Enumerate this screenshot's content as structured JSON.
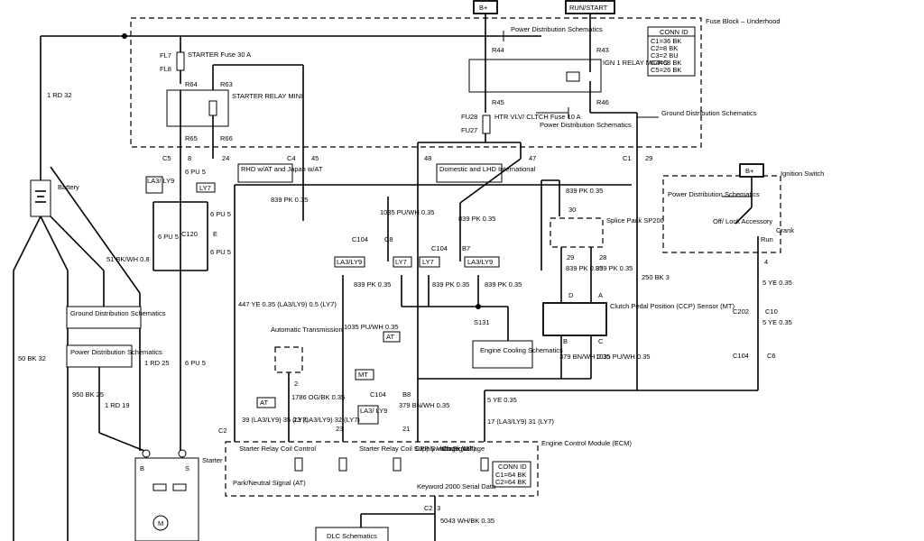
{
  "power": {
    "bplus": "B+",
    "runstart": "RUN/START",
    "bplus2": "B+"
  },
  "fuseblock": {
    "title": "Fuse Block – Underhood",
    "psched": "Power Distribution Schematics",
    "psched2": "Power Distribution Schematics",
    "gnd": "Ground Distribution Schematics",
    "conn": {
      "title": "CONN ID",
      "rows": [
        "C1=36 BK",
        "C2=8 BK",
        "C3=2 BU",
        "C4=68 BK",
        "C5=26 BK"
      ]
    }
  },
  "starter_fuse": {
    "fl7": "FL7",
    "fl8": "FL8",
    "label": "STARTER Fuse 30 A"
  },
  "starter_relay": {
    "label": "STARTER RELAY MINI",
    "r63": "R63",
    "r64": "R64",
    "r65": "R65",
    "r66": "R66"
  },
  "ign_relay": {
    "label": "IGN 1 RELAY MICRO",
    "r43": "R43",
    "r44": "R44",
    "r45": "R45",
    "r46": "R46"
  },
  "htr_fuse": {
    "fu28": "FU28",
    "fu27": "FU27",
    "label": "HTR VLV/ CLTCH Fuse 10 A"
  },
  "pins": {
    "c5": "C5",
    "p8": "8",
    "p24": "24",
    "c4": "C4",
    "p45": "45",
    "p48": "48",
    "p47": "47",
    "c1": "C1",
    "p29": "29",
    "c2": "C2",
    "c104a": "C104",
    "c8": "C8",
    "c104b": "C104",
    "b7": "B7",
    "c104c": "C104",
    "b8": "B8",
    "p30": "30",
    "p29b": "29",
    "p28": "28",
    "pd": "D",
    "pa": "A",
    "pb": "B",
    "pc": "C",
    "p4": "4",
    "c202": "C202",
    "c10": "C10",
    "c104d": "C104",
    "c6": "C6",
    "p2": "2",
    "p23": "23",
    "p21": "21",
    "c2b": "C2",
    "p3": "3"
  },
  "labels": {
    "rhd": "RHD w/AT and Japan w/AT",
    "dom": "Domestic and LHD International",
    "la3ly9": "LA3/ LY9",
    "ly7": "LY7",
    "la3ly9b": "LA3/LY9",
    "ly7b": "LY7",
    "ly7c": "LY7",
    "la3ly9c": "LA3/LY9",
    "at1": "AT",
    "at2": "AT",
    "mt": "MT",
    "la3ly9d": "LA3/ LY9",
    "c120": "C120",
    "e": "E",
    "s131": "S131",
    "splice": "Splice Pack SP200",
    "ccp": "Clutch Pedal Position (CCP) Sensor (MT)",
    "ign_sw": "Ignition Switch",
    "offlock": "Off/ Lock Accessory",
    "run": "Run",
    "crank": "Crank",
    "auto_trans": "Automatic Transmission",
    "battery": "Battery",
    "starter": "Starter",
    "b": "B",
    "s": "S",
    "m": "M",
    "ecm": "Engine Control Module (ECM)",
    "kw2000": "Keyword 2000 Serial Data",
    "dlc": "DLC Schematics"
  },
  "wires": {
    "rd32": "1 RD 32",
    "pu5a": "6 PU 5",
    "pu5b": "6 PU 5",
    "pu5c": "6 PU 5",
    "pu5d": "6 PU 5",
    "pk035a": "839 PK 0.35",
    "puwh1": "1035 PU/WH 0.35",
    "pk035b": "839 PK 0.35",
    "pk035c": "839 PK 0.35",
    "pk035d": "839 PK 0.35",
    "pk035e": "839 PK 0.35",
    "pk035f": "839 PK 0.35",
    "pk035g": "839 PK 0.35",
    "pk035h": "839 PK 0.35",
    "pk035i": "839 PK 0.35",
    "bk3": "250 BK 3",
    "bkwh": "51 BK/WH 0.8",
    "ye447": "447 YE 0.35 (LA3/LY9) 0.5 (LY7)",
    "puwh2": "1035 PU/WH 0.35",
    "bnwh1": "379 BN/WH 0.35",
    "puwh3": "1035 PU/WH 0.35",
    "bnwh2": "379 BN/WH 0.35",
    "ye5a": "5 YE 0.35",
    "ye5b": "5 YE 0.35",
    "ye5c": "5 YE 0.35",
    "bk50": "50 BK 32",
    "bk950": "950 BK 25",
    "rd25": "1 RD 25",
    "rd19": "1 RD 19",
    "pu5e": "6 PU 5",
    "oggbk": "1786 OG/BK 0.35",
    "whbk": "5043 WH/BK 0.35"
  },
  "ecm_pins": {
    "p39": "39 (LA3/LY9) 35 (LY7)",
    "p23b": "23 (LA3/LY9) 32 (LY7)",
    "p17": "17 (LA3/LY9) 31 (LY7)"
  },
  "ecm_sig": {
    "s1": "Starter Relay Coil Control",
    "s2": "Park/Neutral Signal (AT)",
    "s3": "Starter Relay Coil Supply Voltage (MT)",
    "s4": "CPP Switch Signal",
    "s5": "Crank Voltage"
  },
  "ecm_conn": {
    "title": "CONN ID",
    "rows": [
      "C1=64 BK",
      "C2=64 BK"
    ]
  },
  "ground_dist": "Ground Distribution Schematics",
  "power_dist": "Power Distribution Schematics",
  "engine_cooling": "Engine Cooling Schematics",
  "ign_psched": "Power Distribution Schematics"
}
